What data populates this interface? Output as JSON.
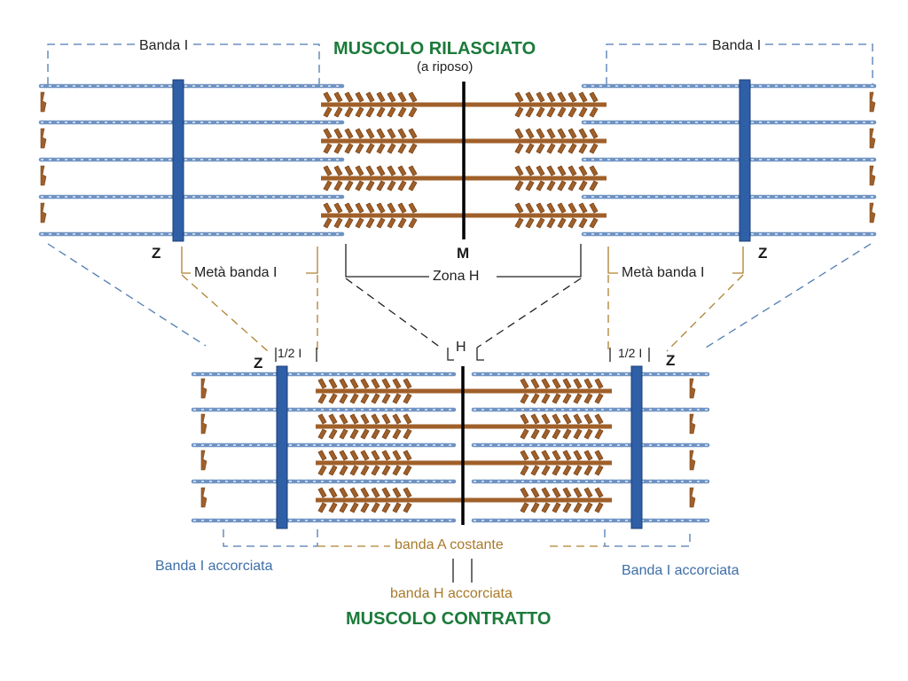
{
  "colors": {
    "title": "#1b7a3a",
    "z_disc": "#2f5fa6",
    "actin": "#6f93c3",
    "myosin": "#a0602a",
    "myosin_dark": "#7a4216",
    "m_line": "#000000",
    "guide_blue": "#4f7bb2",
    "guide_brown": "#b08030",
    "background": "#ffffff"
  },
  "relaxed": {
    "title": "MUSCOLO RILASCIATO",
    "subtitle": "(a riposo)",
    "left_band_label": "Banda I",
    "right_band_label": "Banda I",
    "z_label_left": "Z",
    "z_label_right": "Z",
    "m_label": "M",
    "half_band_left": "Metà banda I",
    "half_band_right": "Metà banda I",
    "h_zone_label": "Zona H"
  },
  "contracted": {
    "title": "MUSCOLO CONTRATTO",
    "h_label": "H",
    "half_left": "1/2 I",
    "half_right": "1/2 I",
    "z_label_left": "Z",
    "z_label_right": "Z",
    "a_band_label": "banda A costante",
    "i_band_left": "Banda I accorciata",
    "i_band_right": "Banda I accorciata",
    "h_band_label": "banda H accorciata"
  }
}
